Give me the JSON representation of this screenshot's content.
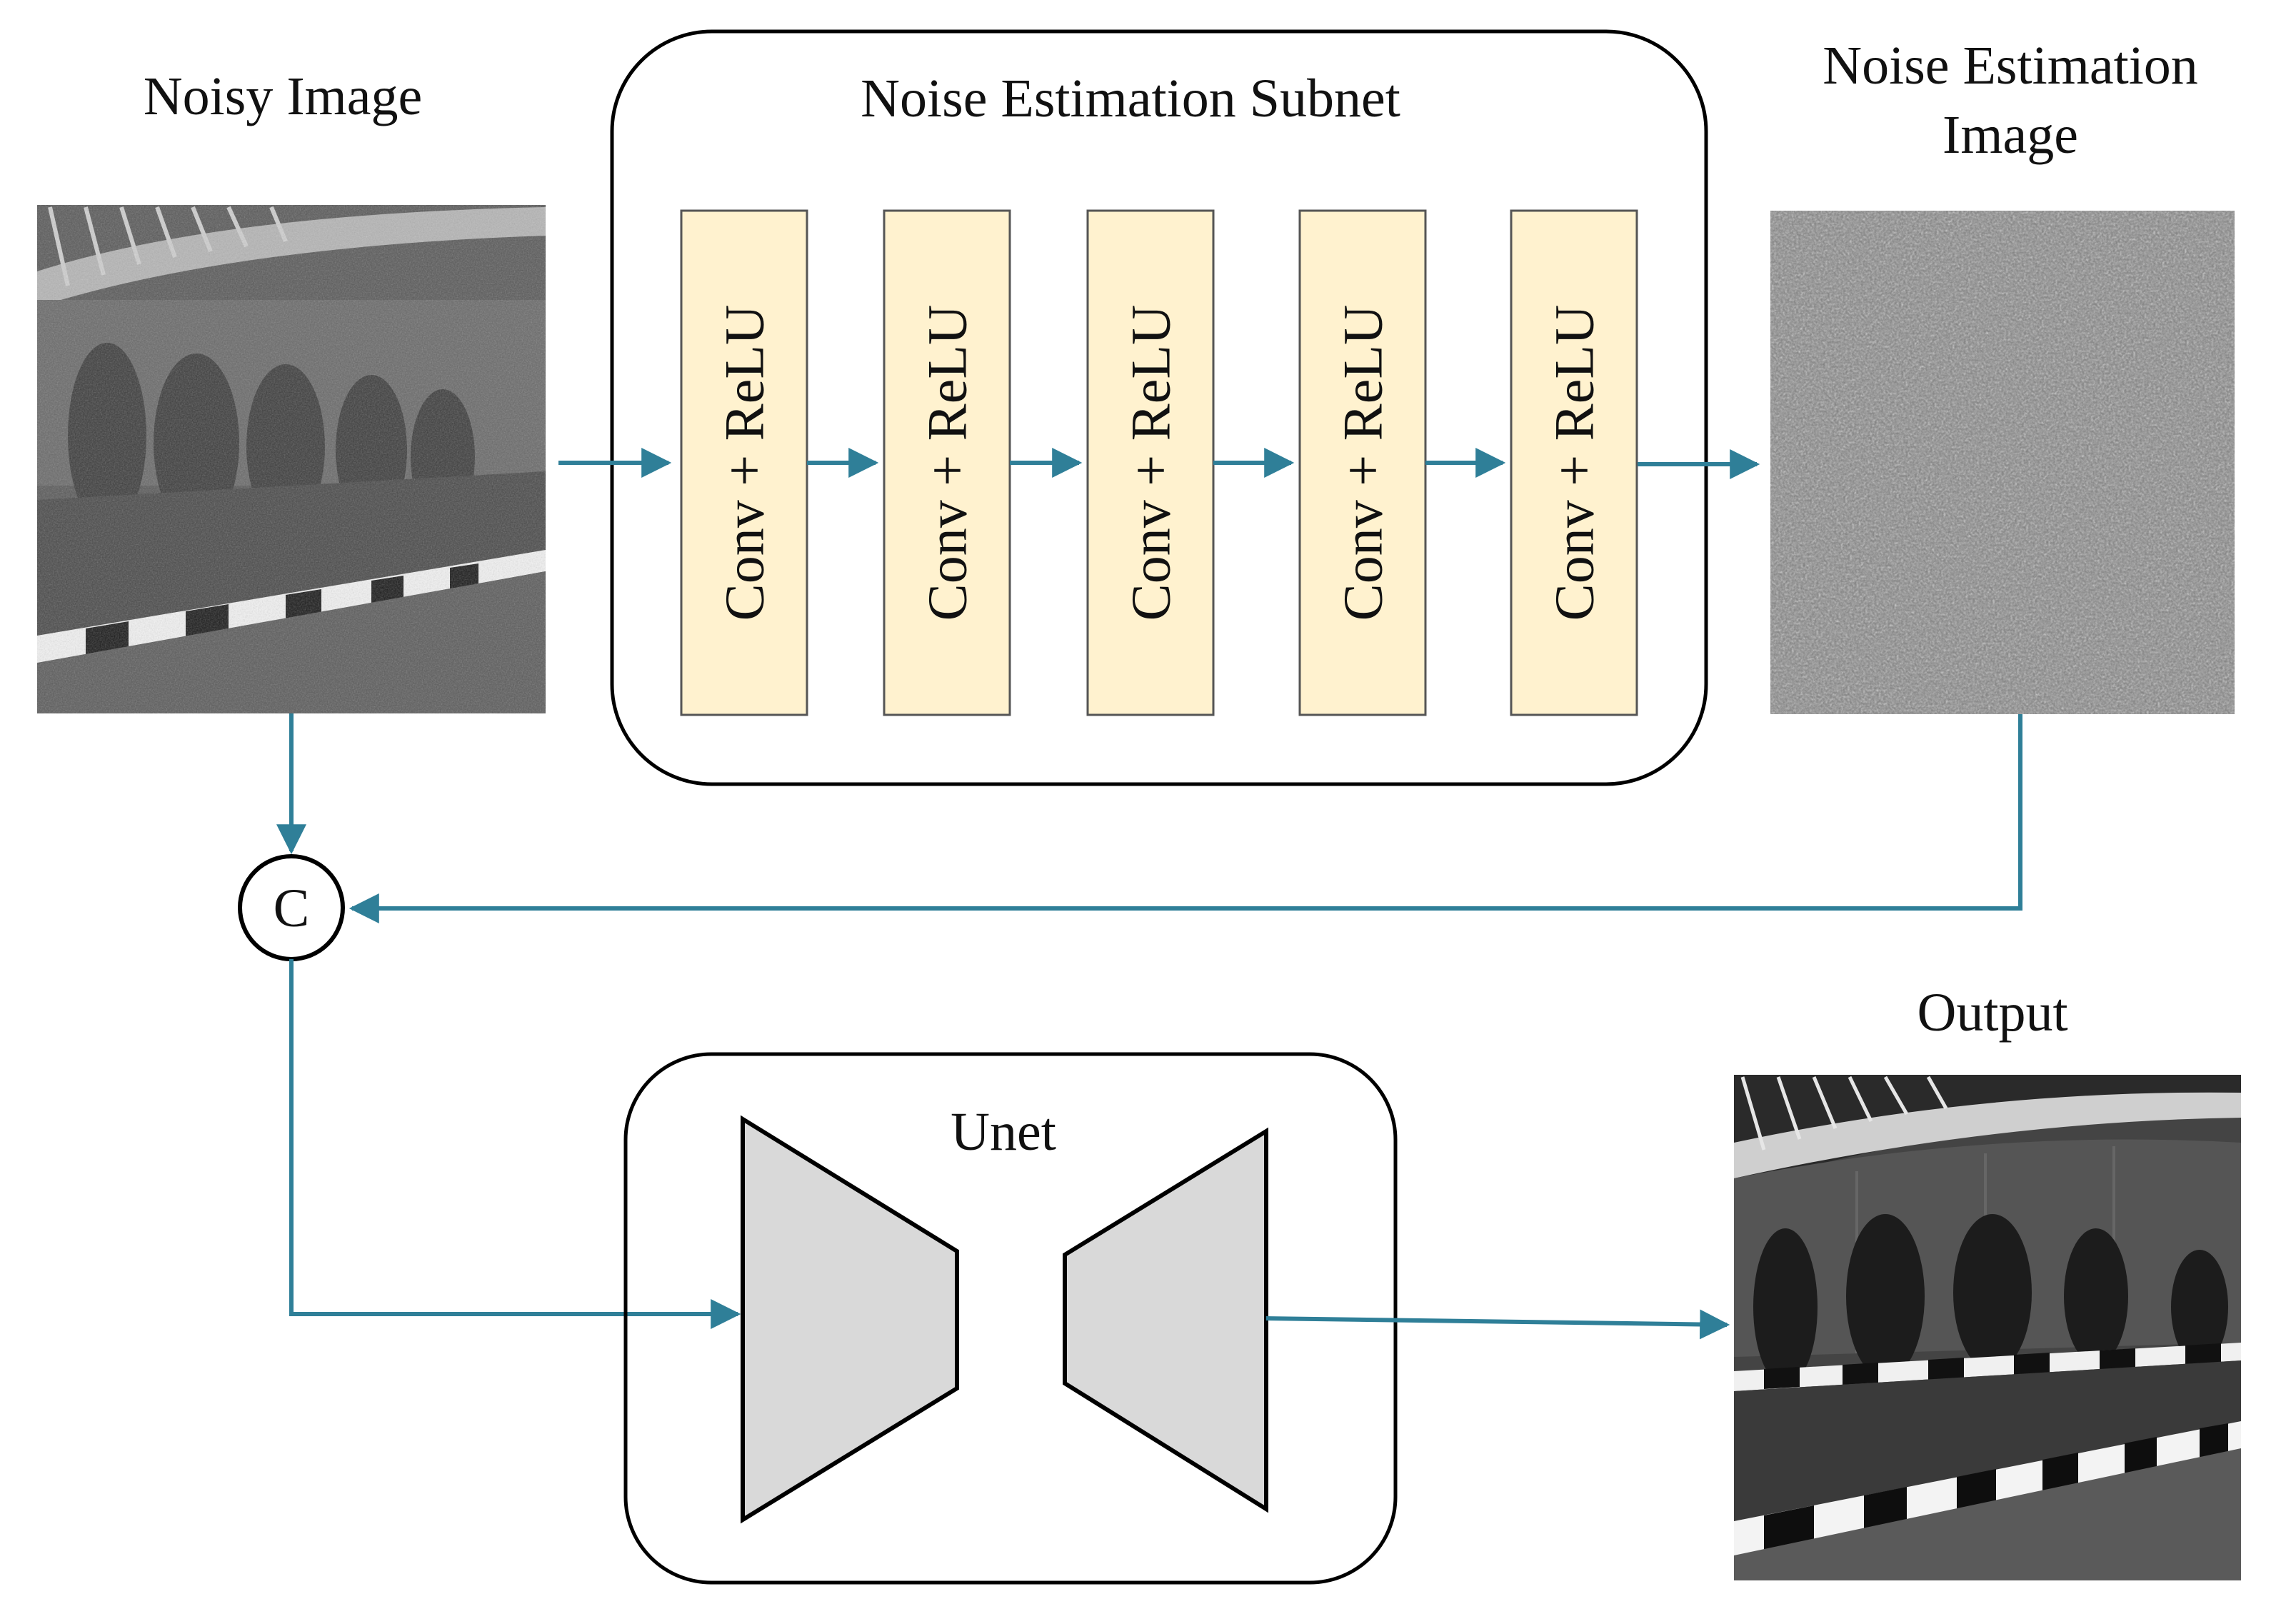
{
  "colors": {
    "arrow": "#2f7f98",
    "block_fill": "#fff2cf",
    "trapezoid_fill": "#d9d9d9",
    "outline": "#000000"
  },
  "labels": {
    "noisy_image": "Noisy Image",
    "subnet_title": "Noise Estimation Subnet",
    "noise_estimation_line1": "Noise Estimation",
    "noise_estimation_line2": "Image",
    "concat_symbol": "C",
    "unet_title": "Unet",
    "output": "Output"
  },
  "subnet_blocks": [
    {
      "label": "Conv + ReLU"
    },
    {
      "label": "Conv + ReLU"
    },
    {
      "label": "Conv + ReLU"
    },
    {
      "label": "Conv + ReLU"
    },
    {
      "label": "Conv + ReLU"
    }
  ],
  "images": {
    "noisy": "grayscale-noisy-street-photo",
    "noise_map": "gray-noise-texture",
    "output": "grayscale-denoised-street-photo"
  }
}
